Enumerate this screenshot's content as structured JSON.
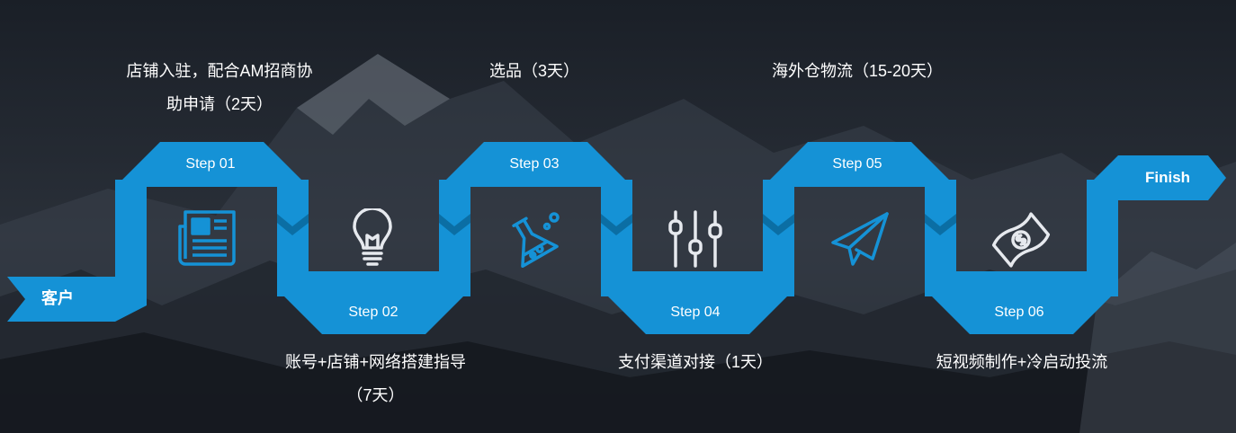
{
  "start_label": "客户",
  "finish_label": "Finish",
  "steps": [
    {
      "label": "Step 01",
      "icon": "newspaper-icon",
      "desc": [
        "店铺入驻，配合AM招商协",
        "助申请（2天）"
      ]
    },
    {
      "label": "Step 02",
      "icon": "lightbulb-icon",
      "desc": [
        "账号+店铺+网络搭建指导",
        "（7天）"
      ]
    },
    {
      "label": "Step 03",
      "icon": "flask-icon",
      "desc": [
        "选品（3天）"
      ]
    },
    {
      "label": "Step 04",
      "icon": "sliders-icon",
      "desc": [
        "支付渠道对接（1天）"
      ]
    },
    {
      "label": "Step 05",
      "icon": "paper-plane-icon",
      "desc": [
        "海外仓物流（15-20天）"
      ]
    },
    {
      "label": "Step 06",
      "icon": "money-bill-icon",
      "desc": [
        "短视频制作+冷启动投流"
      ]
    }
  ],
  "colors": {
    "ribbon": "#1592d6",
    "ribbon_dark": "#0b6ea4",
    "background": "#1c2129",
    "icon_blue": "#1592d6",
    "icon_white": "#e6e9ee"
  }
}
